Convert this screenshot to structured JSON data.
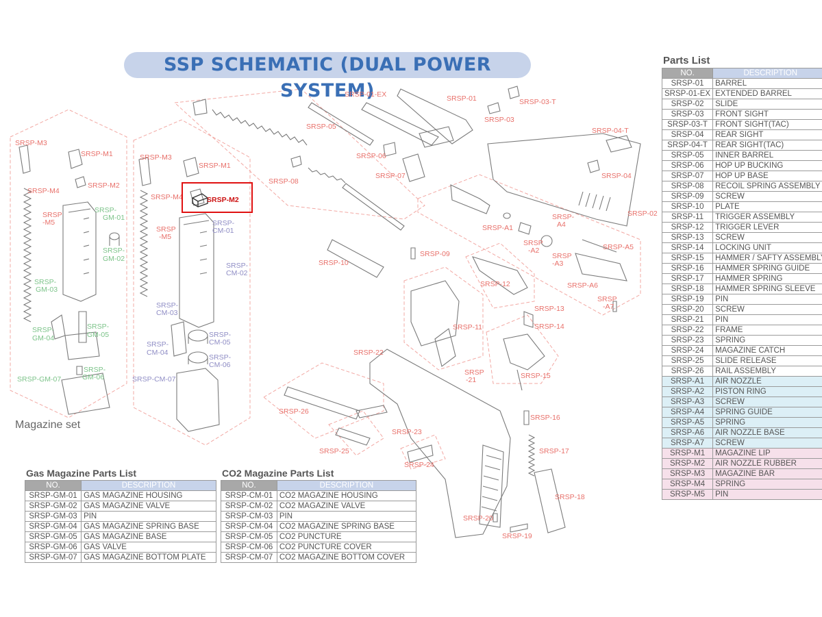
{
  "title": "SSP SCHEMATIC (DUAL POWER SYSTEM)",
  "magazine_caption": "Magazine set",
  "highlight_label": "SRSP-M2",
  "callouts": [
    {
      "text": "SRSP-M3",
      "tone": "red"
    },
    {
      "text": "SRSP-M1",
      "tone": "red"
    },
    {
      "text": "SRSP-M4",
      "tone": "red"
    },
    {
      "text": "SRSP-M2",
      "tone": "red"
    },
    {
      "text": "SRSP",
      "tone": "red"
    },
    {
      "text": "-M5",
      "tone": "red"
    },
    {
      "text": "SRSP-",
      "tone": "green"
    },
    {
      "text": "GM-01",
      "tone": "green"
    },
    {
      "text": "SRSP-",
      "tone": "green"
    },
    {
      "text": "GM-02",
      "tone": "green"
    },
    {
      "text": "SRSP-",
      "tone": "green"
    },
    {
      "text": "GM-03",
      "tone": "green"
    },
    {
      "text": "SRSP-",
      "tone": "green"
    },
    {
      "text": "GM-05",
      "tone": "green"
    },
    {
      "text": "SRSP-",
      "tone": "green"
    },
    {
      "text": "GM-04",
      "tone": "green"
    },
    {
      "text": "SRSP-",
      "tone": "green"
    },
    {
      "text": "GM-06",
      "tone": "green"
    },
    {
      "text": "SRSP-GM-07",
      "tone": "green"
    },
    {
      "text": "SRSP-M3",
      "tone": "red"
    },
    {
      "text": "SRSP-M1",
      "tone": "red"
    },
    {
      "text": "SRSP-M4",
      "tone": "red"
    },
    {
      "text": "SRSP",
      "tone": "red"
    },
    {
      "text": "-M5",
      "tone": "red"
    },
    {
      "text": "SRSP-",
      "tone": "purple"
    },
    {
      "text": "CM-01",
      "tone": "purple"
    },
    {
      "text": "SRSP-",
      "tone": "purple"
    },
    {
      "text": "CM-02",
      "tone": "purple"
    },
    {
      "text": "SRSP-",
      "tone": "purple"
    },
    {
      "text": "CM-03",
      "tone": "purple"
    },
    {
      "text": "SRSP-",
      "tone": "purple"
    },
    {
      "text": "CM-05",
      "tone": "purple"
    },
    {
      "text": "SRSP-",
      "tone": "purple"
    },
    {
      "text": "CM-04",
      "tone": "purple"
    },
    {
      "text": "SRSP-",
      "tone": "purple"
    },
    {
      "text": "CM-06",
      "tone": "purple"
    },
    {
      "text": "SRSP-CM-07",
      "tone": "purple"
    },
    {
      "text": "SRSP-01-EX",
      "tone": "red"
    },
    {
      "text": "SRSP-01",
      "tone": "red"
    },
    {
      "text": "SRSP-03-T",
      "tone": "red"
    },
    {
      "text": "SRSP-03",
      "tone": "red"
    },
    {
      "text": "SRSP-05",
      "tone": "red"
    },
    {
      "text": "SRSP-04-T",
      "tone": "red"
    },
    {
      "text": "SRSP-06",
      "tone": "red"
    },
    {
      "text": "SRSP-07",
      "tone": "red"
    },
    {
      "text": "SRSP-04",
      "tone": "red"
    },
    {
      "text": "SRSP-08",
      "tone": "red"
    },
    {
      "text": "SRSP-02",
      "tone": "red"
    },
    {
      "text": "SRSP-A1",
      "tone": "red"
    },
    {
      "text": "SRSP-",
      "tone": "red"
    },
    {
      "text": "A4",
      "tone": "red"
    },
    {
      "text": "SRSP",
      "tone": "red"
    },
    {
      "text": "-A2",
      "tone": "red"
    },
    {
      "text": "SRSP",
      "tone": "red"
    },
    {
      "text": "-A3",
      "tone": "red"
    },
    {
      "text": "SRSP-A5",
      "tone": "red"
    },
    {
      "text": "SRSP-10",
      "tone": "red"
    },
    {
      "text": "SRSP-09",
      "tone": "red"
    },
    {
      "text": "SRSP-A6",
      "tone": "red"
    },
    {
      "text": "SRSP",
      "tone": "red"
    },
    {
      "text": "-A7",
      "tone": "red"
    },
    {
      "text": "SRSP-12",
      "tone": "red"
    },
    {
      "text": "SRSP-13",
      "tone": "red"
    },
    {
      "text": "SRSP-14",
      "tone": "red"
    },
    {
      "text": "SRSP-11",
      "tone": "red"
    },
    {
      "text": "SRSP-22",
      "tone": "red"
    },
    {
      "text": "SRSP",
      "tone": "red"
    },
    {
      "text": "-21",
      "tone": "red"
    },
    {
      "text": "SRSP-15",
      "tone": "red"
    },
    {
      "text": "SRSP-26",
      "tone": "red"
    },
    {
      "text": "SRSP-16",
      "tone": "red"
    },
    {
      "text": "SRSP-23",
      "tone": "red"
    },
    {
      "text": "SRSP-17",
      "tone": "red"
    },
    {
      "text": "SRSP-25",
      "tone": "red"
    },
    {
      "text": "SRSP-24",
      "tone": "red"
    },
    {
      "text": "SRSP-18",
      "tone": "red"
    },
    {
      "text": "SRSP-20",
      "tone": "red"
    },
    {
      "text": "SRSP-19",
      "tone": "red"
    }
  ],
  "parts_list": {
    "title": "Parts List",
    "headers": [
      "NO.",
      "DESCRIPTION"
    ],
    "rows": [
      {
        "no": "SRSP-01",
        "desc": "BARREL",
        "group": ""
      },
      {
        "no": "SRSP-01-EX",
        "desc": "EXTENDED BARREL",
        "group": ""
      },
      {
        "no": "SRSP-02",
        "desc": "SLIDE",
        "group": ""
      },
      {
        "no": "SRSP-03",
        "desc": "FRONT SIGHT",
        "group": ""
      },
      {
        "no": "SRSP-03-T",
        "desc": "FRONT SIGHT(TAC)",
        "group": ""
      },
      {
        "no": "SRSP-04",
        "desc": "REAR SIGHT",
        "group": ""
      },
      {
        "no": "SRSP-04-T",
        "desc": "REAR SIGHT(TAC)",
        "group": ""
      },
      {
        "no": "SRSP-05",
        "desc": "INNER BARREL",
        "group": ""
      },
      {
        "no": "SRSP-06",
        "desc": "HOP UP BUCKING",
        "group": ""
      },
      {
        "no": "SRSP-07",
        "desc": "HOP UP BASE",
        "group": ""
      },
      {
        "no": "SRSP-08",
        "desc": "RECOIL SPRING ASSEMBLY",
        "group": ""
      },
      {
        "no": "SRSP-09",
        "desc": "SCREW",
        "group": ""
      },
      {
        "no": "SRSP-10",
        "desc": "PLATE",
        "group": ""
      },
      {
        "no": "SRSP-11",
        "desc": "TRIGGER ASSEMBLY",
        "group": ""
      },
      {
        "no": "SRSP-12",
        "desc": "TRIGGER LEVER",
        "group": ""
      },
      {
        "no": "SRSP-13",
        "desc": "SCREW",
        "group": ""
      },
      {
        "no": "SRSP-14",
        "desc": "LOCKING UNIT",
        "group": ""
      },
      {
        "no": "SRSP-15",
        "desc": "HAMMER / SAFTY ASSEMBLY",
        "group": ""
      },
      {
        "no": "SRSP-16",
        "desc": "HAMMER SPRING GUIDE",
        "group": ""
      },
      {
        "no": "SRSP-17",
        "desc": "HAMMER SPRING",
        "group": ""
      },
      {
        "no": "SRSP-18",
        "desc": "HAMMER SPRING SLEEVE",
        "group": ""
      },
      {
        "no": "SRSP-19",
        "desc": "PIN",
        "group": ""
      },
      {
        "no": "SRSP-20",
        "desc": "SCREW",
        "group": ""
      },
      {
        "no": "SRSP-21",
        "desc": "PIN",
        "group": ""
      },
      {
        "no": "SRSP-22",
        "desc": "FRAME",
        "group": ""
      },
      {
        "no": "SRSP-23",
        "desc": "SPRING",
        "group": ""
      },
      {
        "no": "SRSP-24",
        "desc": "MAGAZINE CATCH",
        "group": ""
      },
      {
        "no": "SRSP-25",
        "desc": "SLIDE RELEASE",
        "group": ""
      },
      {
        "no": "SRSP-26",
        "desc": "RAIL ASSEMBLY",
        "group": ""
      },
      {
        "no": "SRSP-A1",
        "desc": "AIR NOZZLE",
        "group": "a"
      },
      {
        "no": "SRSP-A2",
        "desc": "PISTON RING",
        "group": "a"
      },
      {
        "no": "SRSP-A3",
        "desc": "SCREW",
        "group": "a"
      },
      {
        "no": "SRSP-A4",
        "desc": "SPRING GUIDE",
        "group": "a"
      },
      {
        "no": "SRSP-A5",
        "desc": "SPRING",
        "group": "a"
      },
      {
        "no": "SRSP-A6",
        "desc": "AIR NOZZLE BASE",
        "group": "a"
      },
      {
        "no": "SRSP-A7",
        "desc": "SCREW",
        "group": "a"
      },
      {
        "no": "SRSP-M1",
        "desc": "MAGAZINE LIP",
        "group": "m"
      },
      {
        "no": "SRSP-M2",
        "desc": "AIR NOZZLE RUBBER",
        "group": "m"
      },
      {
        "no": "SRSP-M3",
        "desc": "MAGAZINE BAR",
        "group": "m"
      },
      {
        "no": "SRSP-M4",
        "desc": "SPRING",
        "group": "m"
      },
      {
        "no": "SRSP-M5",
        "desc": "PIN",
        "group": "m"
      }
    ]
  },
  "gas_list": {
    "title": "Gas Magazine Parts List",
    "headers": [
      "NO.",
      "DESCRIPTION"
    ],
    "rows": [
      {
        "no": "SRSP-GM-01",
        "desc": "GAS MAGAZINE HOUSING"
      },
      {
        "no": "SRSP-GM-02",
        "desc": "GAS MAGAZINE VALVE"
      },
      {
        "no": "SRSP-GM-03",
        "desc": "PIN"
      },
      {
        "no": "SRSP-GM-04",
        "desc": "GAS MAGAZINE SPRING BASE"
      },
      {
        "no": "SRSP-GM-05",
        "desc": "GAS MAGAZINE BASE"
      },
      {
        "no": "SRSP-GM-06",
        "desc": "GAS VALVE"
      },
      {
        "no": "SRSP-GM-07",
        "desc": "GAS MAGAZINE BOTTOM PLATE"
      }
    ]
  },
  "co2_list": {
    "title": "CO2 Magazine Parts List",
    "headers": [
      "NO.",
      "DESCRIPTION"
    ],
    "rows": [
      {
        "no": "SRSP-CM-01",
        "desc": "CO2 MAGAZINE HOUSING"
      },
      {
        "no": "SRSP-CM-02",
        "desc": "CO2 MAGAZINE VALVE"
      },
      {
        "no": "SRSP-CM-03",
        "desc": "PIN"
      },
      {
        "no": "SRSP-CM-04",
        "desc": "CO2 MAGAZINE SPRING BASE"
      },
      {
        "no": "SRSP-CM-05",
        "desc": "CO2 PUNCTURE"
      },
      {
        "no": "SRSP-CM-06",
        "desc": "CO2 PUNCTURE COVER"
      },
      {
        "no": "SRSP-CM-07",
        "desc": "CO2 MAGAZINE BOTTOM COVER"
      }
    ]
  },
  "colors": {
    "callout_red": "#e8706a",
    "callout_green": "#7cc389",
    "callout_purple": "#8f8dc5",
    "header_blue": "#c7d3ea",
    "title_blue": "#3a6fb5",
    "highlight": "#e01010",
    "group_a_bg": "#dceff6",
    "group_m_bg": "#f6e0ea"
  }
}
